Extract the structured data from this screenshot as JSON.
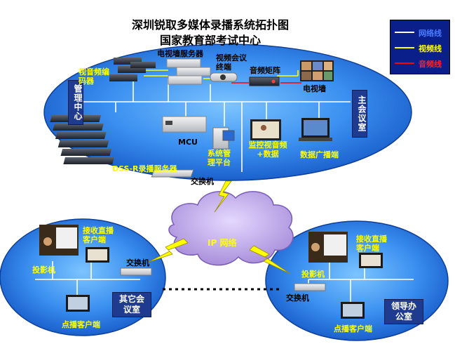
{
  "title": {
    "line1": "深圳锐取多媒体录播系统拓扑图",
    "line2": "国家教育部考试中心"
  },
  "legend": [
    {
      "label": "网络线",
      "color": "#ffffff",
      "text_color": "#4a7cff"
    },
    {
      "label": "视频线",
      "color": "#ffff00",
      "text_color": "#ffff00"
    },
    {
      "label": "音频线",
      "color": "#ff0000",
      "text_color": "#ff2020"
    }
  ],
  "main_zone": {
    "management_center": "管理中心",
    "main_meeting_room": "主会议室",
    "av_encoder": "视音频编码器",
    "tv_wall_server": "电视墙服务器",
    "video_conf_terminal": "视频会议终端",
    "audio_matrix": "音频矩阵",
    "tv_wall": "电视墙",
    "mcu": "MCU",
    "dss_server": "DSS-R录播服务器",
    "mgmt_platform": "系统管理平台",
    "monitor_av_data": "监控视音频+数据",
    "data_broadcast": "数据广播端",
    "switch": "交换机"
  },
  "network": {
    "label": "IP 网络"
  },
  "left_room": {
    "receive_client": "接收直播客户端",
    "projector": "投影机",
    "switch": "交换机",
    "room_name": "其它会议室",
    "vod_client": "点播客户端"
  },
  "right_room": {
    "receive_client": "接收直播客户端",
    "projector": "投影机",
    "switch": "交换机",
    "room_name": "领导办公室",
    "vod_client": "点播客户端"
  },
  "colors": {
    "zone_blue": "#1e6fd6",
    "zone_light": "#5ab0ff",
    "cloud": "#b59be0",
    "bus": "#ffffff",
    "video_line": "#ffff00",
    "audio_line": "#ff0000",
    "label_box": "#1f3b8f"
  }
}
